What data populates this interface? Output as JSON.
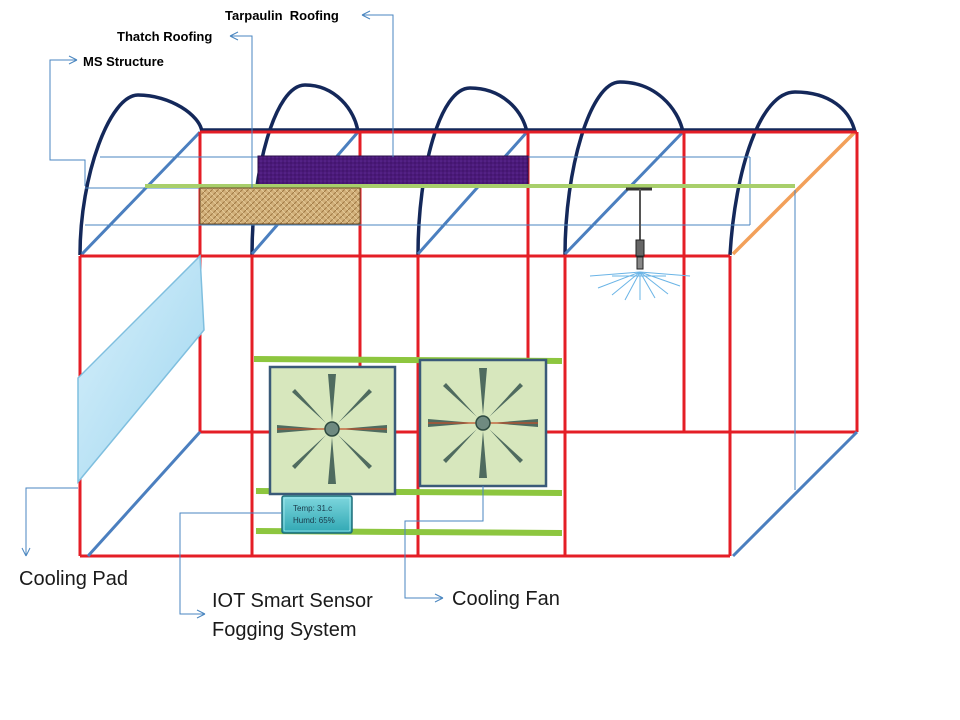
{
  "labels": {
    "tarpaulin_roofing": "Tarpaulin  Roofing",
    "thatch_roofing": "Thatch Roofing",
    "ms_structure": "MS Structure",
    "cooling_pad": "Cooling Pad",
    "iot_sensor_line1": "IOT Smart Sensor",
    "iot_sensor_line2": "Fogging System",
    "cooling_fan": "Cooling Fan"
  },
  "sensor": {
    "temp": "Temp: 31.c",
    "humd": "Humd: 65%"
  },
  "colors": {
    "frame": "#e41e26",
    "arches": "#14285a",
    "bracing": "#4b7fbf",
    "rails": "#8dc63f",
    "tarpaulin": "#4b1a7a",
    "thatch": "#c9a46a",
    "cooling_pad": "#b5e0f4",
    "fan_panel": "#d7e7bd",
    "sensor_box": "#4bc0c8",
    "orange_brace": "#f2a05a",
    "leader": "#4a86c0"
  }
}
